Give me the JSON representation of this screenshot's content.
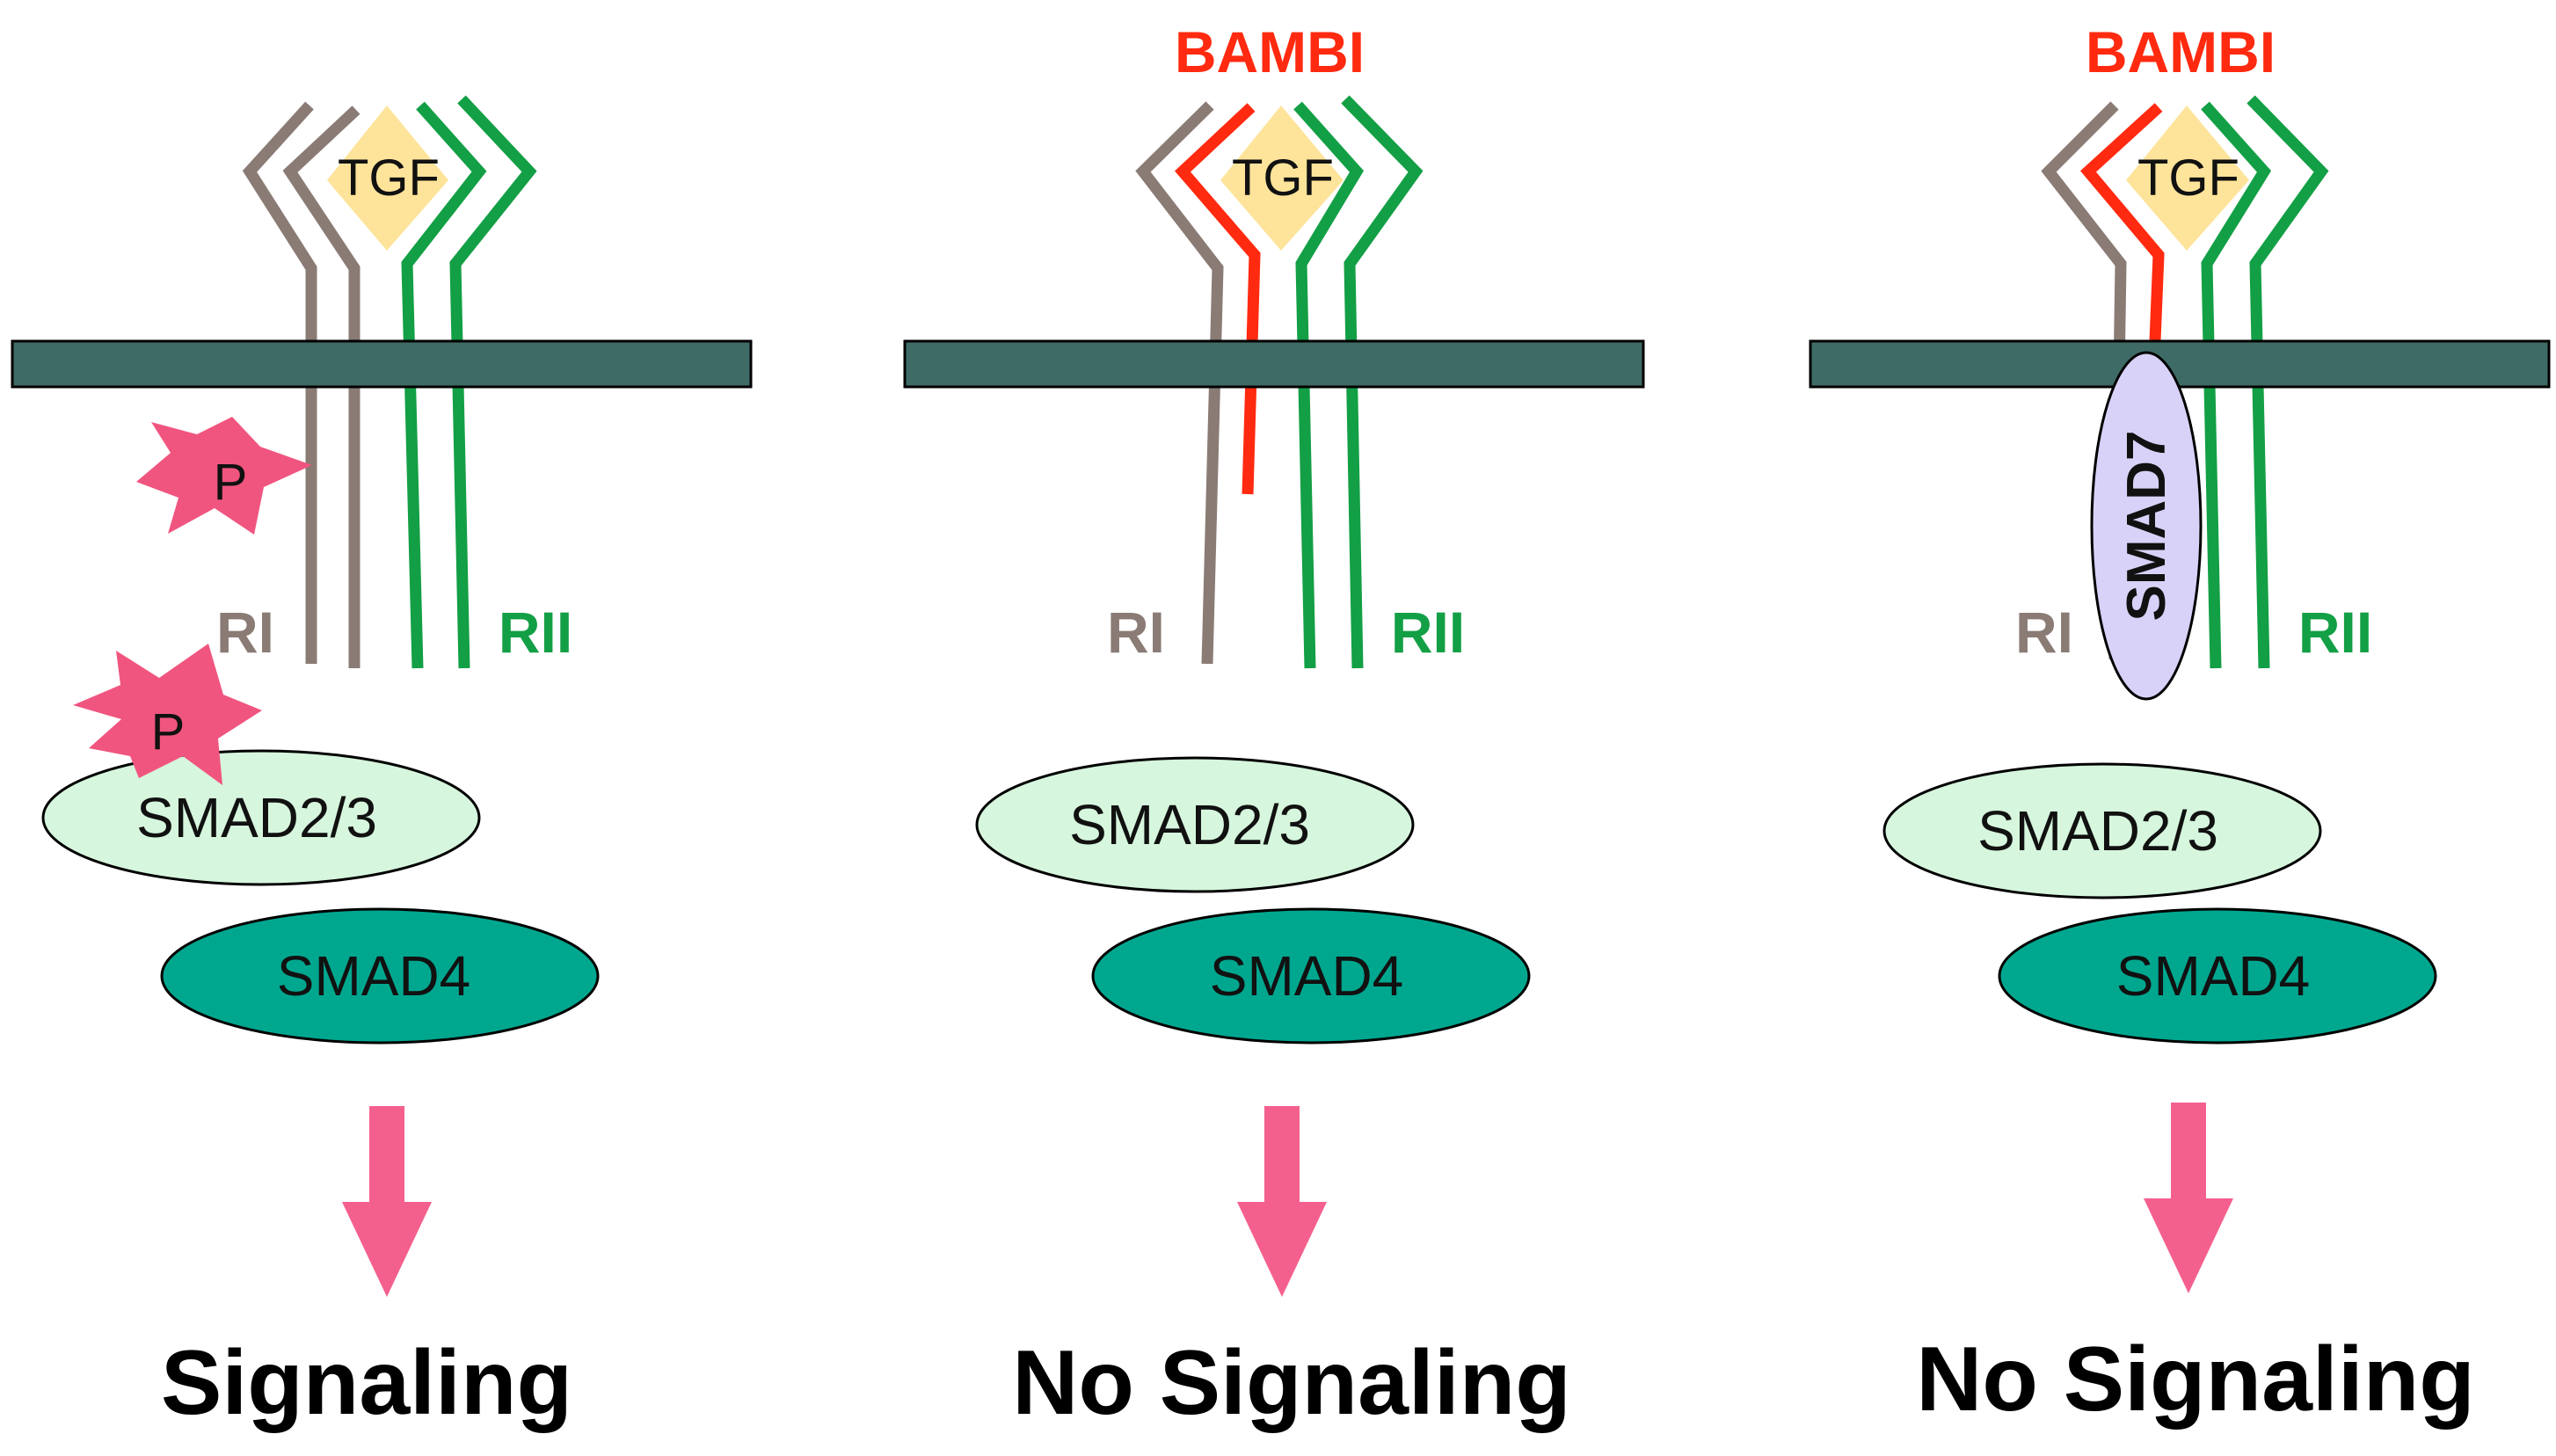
{
  "colors": {
    "membrane": "#3f6b66",
    "ri": "#8a7b75",
    "rii": "#139f45",
    "bambi": "#ff2a10",
    "tgf": "#fde49a",
    "phospho": "#f0557f",
    "smad23": "#d6f6dd",
    "smad4": "#00a78f",
    "smad7": "#d9d2f8",
    "arrow": "#f4608e"
  },
  "panels": [
    {
      "ligand": "TGF",
      "ri_label": "RI",
      "rii_label": "RII",
      "phospho_labels": [
        "P",
        "P"
      ],
      "smad23_label": "SMAD2/3",
      "smad4_label": "SMAD4",
      "outcome": "Signaling"
    },
    {
      "bambi_label": "BAMBI",
      "ligand": "TGF",
      "ri_label": "RI",
      "rii_label": "RII",
      "smad23_label": "SMAD2/3",
      "smad4_label": "SMAD4",
      "outcome": "No Signaling"
    },
    {
      "bambi_label": "BAMBI",
      "ligand": "TGF",
      "ri_label": "RI",
      "rii_label": "RII",
      "smad7_label": "SMAD7",
      "smad23_label": "SMAD2/3",
      "smad4_label": "SMAD4",
      "outcome": "No Signaling"
    }
  ]
}
